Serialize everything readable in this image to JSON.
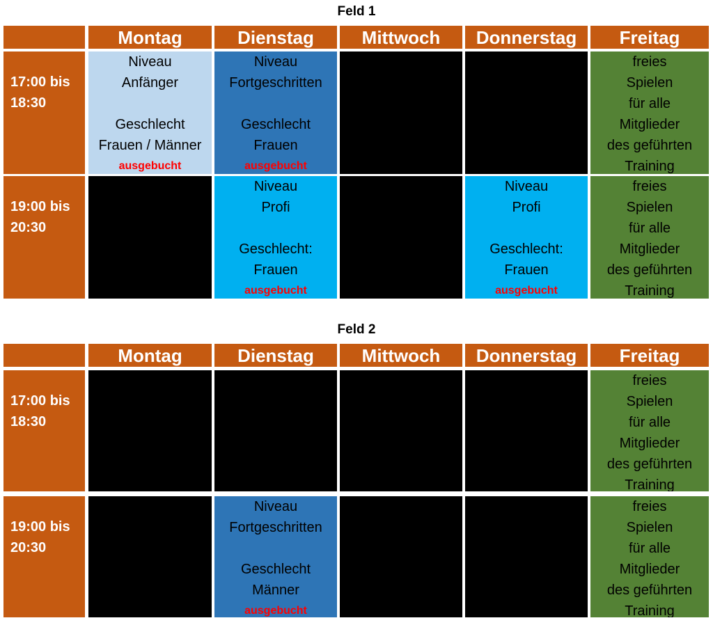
{
  "fields": [
    {
      "title": "Feld 1",
      "days": [
        "Montag",
        "Dienstag",
        "Mittwoch",
        "Donnerstag",
        "Freitag"
      ],
      "rows": [
        {
          "time": [
            "17:00 bis",
            "18:30"
          ],
          "cells": [
            {
              "type": "light",
              "lines": [
                "Niveau",
                "Anfänger",
                "",
                "Geschlecht",
                "Frauen / Männer"
              ],
              "status": "ausgebucht"
            },
            {
              "type": "mid",
              "lines": [
                "Niveau",
                "Fortgeschritten",
                "",
                "Geschlecht",
                "Frauen"
              ],
              "status": "ausgebucht"
            },
            {
              "type": "black"
            },
            {
              "type": "black"
            },
            {
              "type": "green",
              "lines": [
                "freies",
                "Spielen",
                "für alle",
                "Mitglieder",
                "des geführten",
                "Training"
              ]
            }
          ]
        },
        {
          "time": [
            "19:00 bis",
            "20:30"
          ],
          "cells": [
            {
              "type": "black"
            },
            {
              "type": "cyan",
              "lines": [
                "Niveau",
                "Profi",
                "",
                "Geschlecht:",
                "Frauen"
              ],
              "status": "ausgebucht"
            },
            {
              "type": "black"
            },
            {
              "type": "cyan",
              "lines": [
                "Niveau",
                "Profi",
                "",
                "Geschlecht:",
                "Frauen"
              ],
              "status": "ausgebucht"
            },
            {
              "type": "green",
              "lines": [
                "freies",
                "Spielen",
                "für alle",
                "Mitglieder",
                "des geführten",
                "Training"
              ]
            }
          ]
        }
      ]
    },
    {
      "title": "Feld 2",
      "days": [
        "Montag",
        "Dienstag",
        "Mittwoch",
        "Donnerstag",
        "Freitag"
      ],
      "rows": [
        {
          "time": [
            "17:00 bis",
            "18:30"
          ],
          "cells": [
            {
              "type": "black"
            },
            {
              "type": "black"
            },
            {
              "type": "black"
            },
            {
              "type": "black"
            },
            {
              "type": "green",
              "lines": [
                "freies",
                "Spielen",
                "für alle",
                "Mitglieder",
                "des geführten",
                "Training"
              ]
            }
          ]
        },
        {
          "time": [
            "19:00 bis",
            "20:30"
          ],
          "cells": [
            {
              "type": "black"
            },
            {
              "type": "mid",
              "lines": [
                "Niveau",
                "Fortgeschritten",
                "",
                "Geschlecht",
                "Männer"
              ],
              "status": "ausgebucht"
            },
            {
              "type": "black"
            },
            {
              "type": "black"
            },
            {
              "type": "green",
              "lines": [
                "freies",
                "Spielen",
                "für alle",
                "Mitglieder",
                "des geführten",
                "Training"
              ]
            }
          ]
        }
      ]
    }
  ]
}
